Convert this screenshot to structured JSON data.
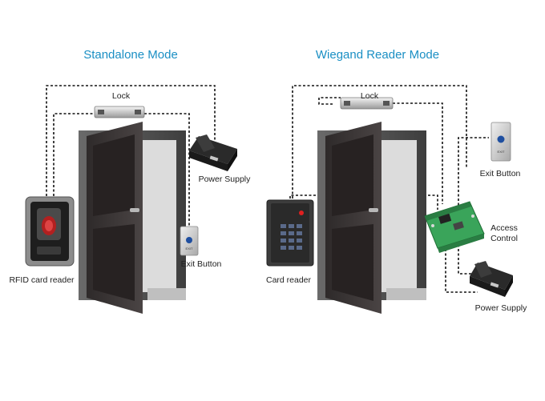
{
  "colors": {
    "title": "#1a8fc4",
    "wire": "#111111",
    "door_panel": "#3b3636",
    "door_inset": "#2a2525",
    "frame": "#5a5a5a",
    "wall_opening": "#dcdcdc",
    "pcb": "#3aa45a",
    "led": "#e02020"
  },
  "standalone": {
    "title": "Standalone Mode",
    "lock_label": "Lock",
    "power_supply_label": "Power Supply",
    "exit_button_label": "Exit Button",
    "reader_label": "RFID card reader",
    "exit_plate_text": "EXIT"
  },
  "wiegand": {
    "title": "Wiegand Reader Mode",
    "lock_label": "Lock",
    "exit_button_label": "Exit Button",
    "access_control_label": "Access\nControl",
    "access_control_line1": "Access",
    "access_control_line2": "Control",
    "reader_label": "Card reader",
    "power_supply_label": "Power Supply",
    "exit_plate_text": "EXIT"
  }
}
